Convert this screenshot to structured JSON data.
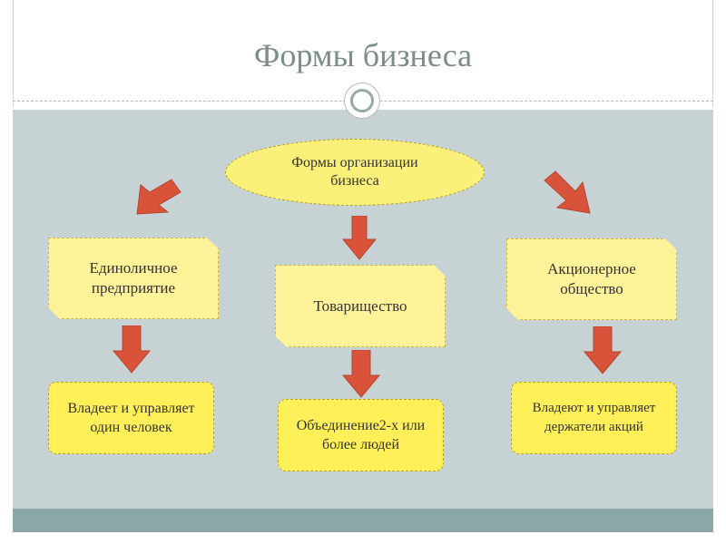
{
  "title": "Формы бизнеса",
  "center": "Формы организации бизнеса",
  "forms": [
    {
      "name": "Единоличное предприятие",
      "desc": "Владеет и управляет один человек"
    },
    {
      "name": "Товарищество",
      "desc": "Объединение2-х или более людей"
    },
    {
      "name": "Акционерное общество",
      "desc": "Владеют и управляет держатели акций"
    }
  ],
  "colors": {
    "accent_band": "#8aa8a6",
    "content_bg": "#c7d2d4",
    "box_fill": "#fff39a",
    "ellipse_fill": "#fbf07a",
    "arrow_fill": "#d9533a"
  }
}
